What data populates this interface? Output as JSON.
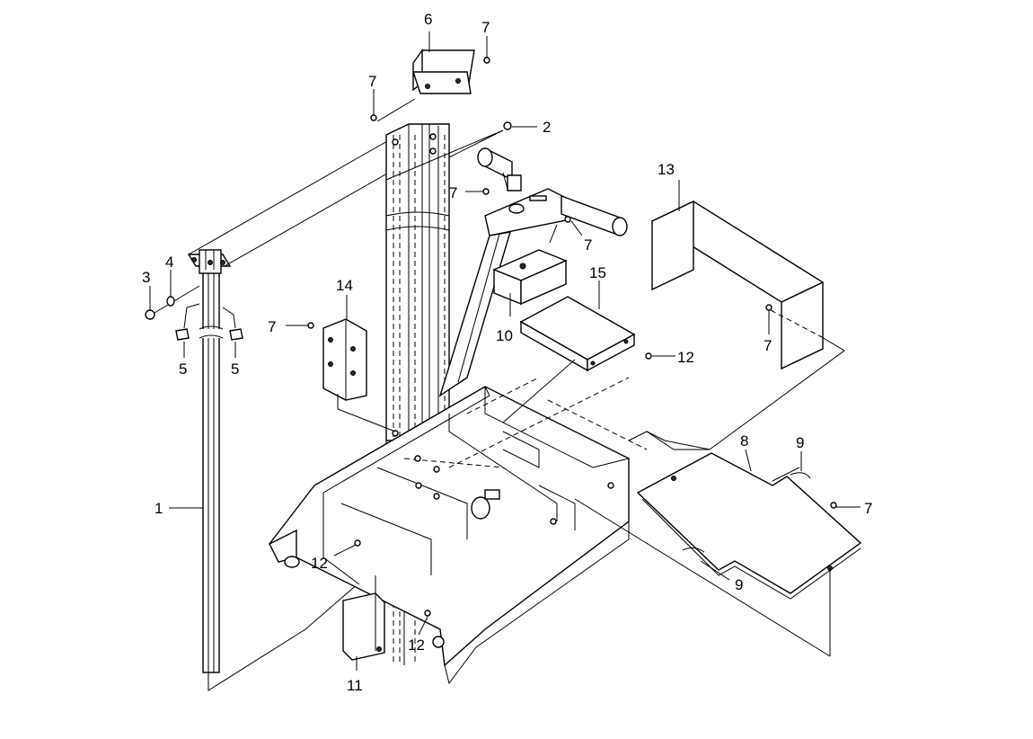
{
  "callouts": [
    {
      "id": "1",
      "text": "1"
    },
    {
      "id": "2",
      "text": "2"
    },
    {
      "id": "3",
      "text": "3"
    },
    {
      "id": "4",
      "text": "4"
    },
    {
      "id": "5a",
      "text": "5"
    },
    {
      "id": "5b",
      "text": "5"
    },
    {
      "id": "6",
      "text": "6"
    },
    {
      "id": "7a",
      "text": "7"
    },
    {
      "id": "7b",
      "text": "7"
    },
    {
      "id": "7c",
      "text": "7"
    },
    {
      "id": "7d",
      "text": "7"
    },
    {
      "id": "7e",
      "text": "7"
    },
    {
      "id": "7f",
      "text": "7"
    },
    {
      "id": "7g",
      "text": "7"
    },
    {
      "id": "8",
      "text": "8"
    },
    {
      "id": "9a",
      "text": "9"
    },
    {
      "id": "9b",
      "text": "9"
    },
    {
      "id": "10",
      "text": "10"
    },
    {
      "id": "11",
      "text": "11"
    },
    {
      "id": "12a",
      "text": "12"
    },
    {
      "id": "12b",
      "text": "12"
    },
    {
      "id": "12c",
      "text": "12"
    },
    {
      "id": "13",
      "text": "13"
    },
    {
      "id": "14",
      "text": "14"
    },
    {
      "id": "15",
      "text": "15"
    }
  ]
}
